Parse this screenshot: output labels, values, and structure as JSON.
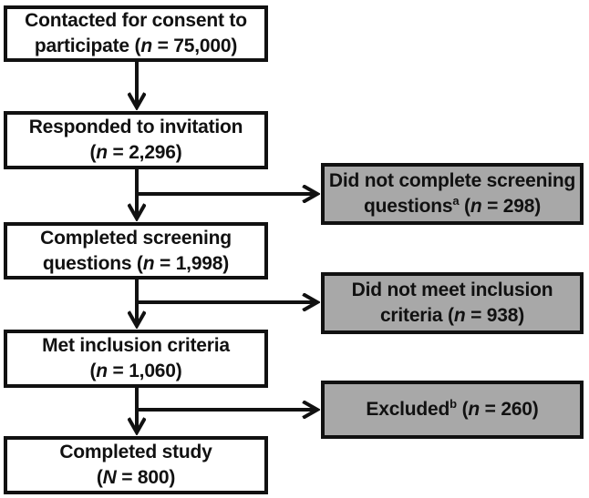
{
  "diagram": {
    "type": "participant-flow-chart",
    "colors": {
      "background": "#ffffff",
      "box_fill": "#ffffff",
      "excluded_box_fill": "#a8a8a8",
      "border_and_text": "#111111"
    },
    "main_boxes": [
      {
        "id": "contacted",
        "lines": [
          {
            "pre": "Contacted for consent to",
            "sup": "",
            "mid": "",
            "var": "",
            "post": ""
          },
          {
            "pre": "participate (",
            "sup": "",
            "mid": "",
            "var": "n",
            "post": " = 75,000)"
          }
        ]
      },
      {
        "id": "responded",
        "lines": [
          {
            "pre": "Responded to invitation",
            "sup": "",
            "mid": "",
            "var": "",
            "post": ""
          },
          {
            "pre": "(",
            "sup": "",
            "mid": "",
            "var": "n",
            "post": " = 2,296)"
          }
        ]
      },
      {
        "id": "completed-screening",
        "lines": [
          {
            "pre": "Completed screening",
            "sup": "",
            "mid": "",
            "var": "",
            "post": ""
          },
          {
            "pre": "questions (",
            "sup": "",
            "mid": "",
            "var": "n",
            "post": " = 1,998)"
          }
        ]
      },
      {
        "id": "met-criteria",
        "lines": [
          {
            "pre": "Met inclusion criteria",
            "sup": "",
            "mid": "",
            "var": "",
            "post": ""
          },
          {
            "pre": "(",
            "sup": "",
            "mid": "",
            "var": "n",
            "post": " = 1,060)"
          }
        ]
      },
      {
        "id": "completed-study",
        "lines": [
          {
            "pre": "Completed study",
            "sup": "",
            "mid": "",
            "var": "",
            "post": ""
          },
          {
            "pre": "(",
            "sup": "",
            "mid": "",
            "var": "N",
            "post": " = 800)"
          }
        ]
      }
    ],
    "excluded_boxes": [
      {
        "id": "did-not-complete-screening",
        "lines": [
          {
            "pre": "Did not complete screening",
            "sup": "",
            "mid": "",
            "var": "",
            "post": ""
          },
          {
            "pre": "questions",
            "sup": "a",
            "mid": " (",
            "var": "n",
            "post": " = 298)"
          }
        ]
      },
      {
        "id": "did-not-meet-criteria",
        "lines": [
          {
            "pre": "Did not meet inclusion",
            "sup": "",
            "mid": "",
            "var": "",
            "post": ""
          },
          {
            "pre": "criteria (",
            "sup": "",
            "mid": "",
            "var": "n",
            "post": " = 938)"
          }
        ]
      },
      {
        "id": "excluded",
        "lines": [
          {
            "pre": "Excluded",
            "sup": "b",
            "mid": " (",
            "var": "n",
            "post": " = 260)"
          }
        ]
      }
    ]
  }
}
